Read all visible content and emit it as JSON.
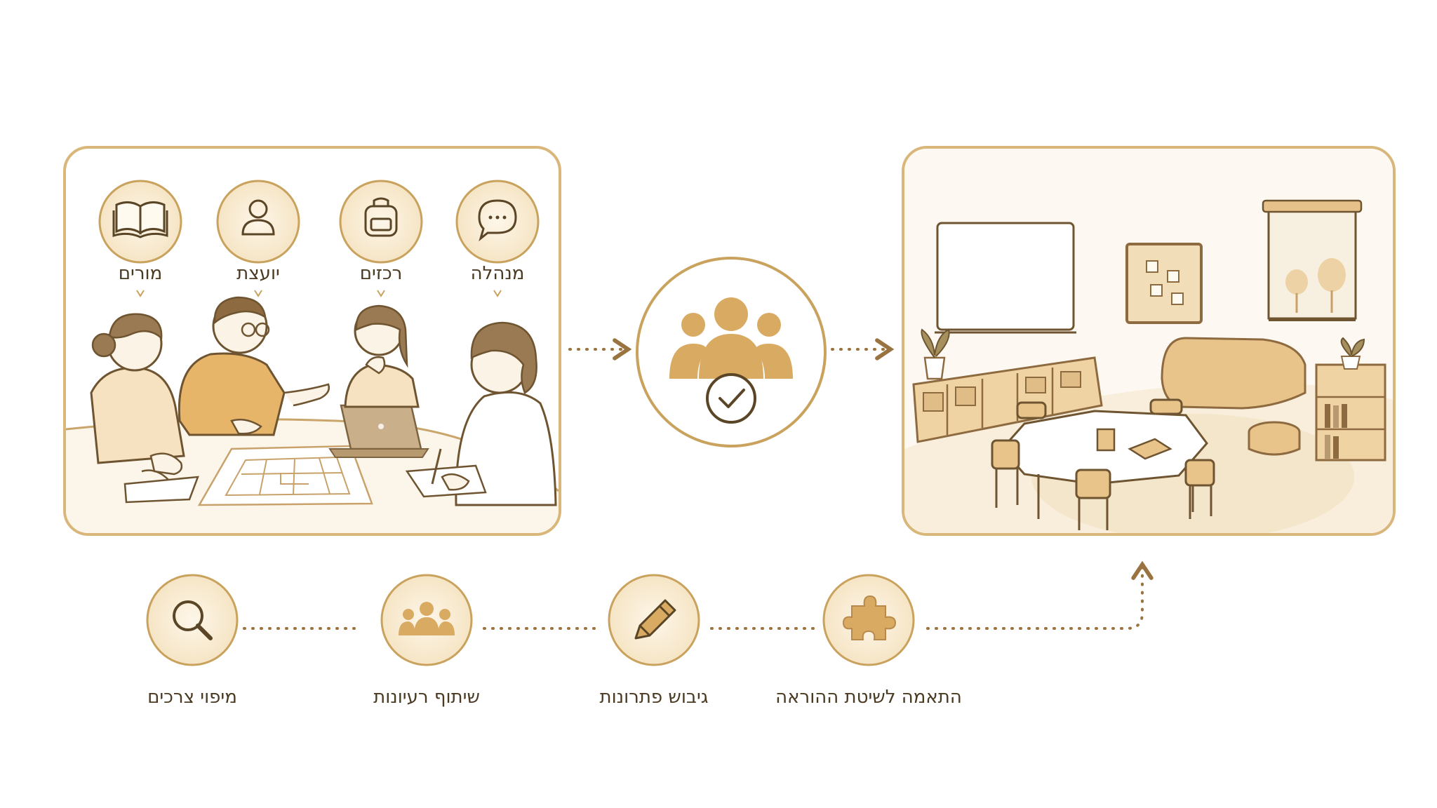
{
  "roles": [
    {
      "label": "מורים",
      "icon": "book-icon"
    },
    {
      "label": "יועצת",
      "icon": "person-icon"
    },
    {
      "label": "רכזים",
      "icon": "backpack-icon"
    },
    {
      "label": "מנהלה",
      "icon": "speech-bubble-icon"
    }
  ],
  "center": {
    "icon": "team-check-icon"
  },
  "steps": [
    {
      "label": "מיפוי צרכים",
      "icon": "magnifier-icon"
    },
    {
      "label": "שיתוף רעיונות",
      "icon": "group-icon"
    },
    {
      "label": "גיבוש פתרונות",
      "icon": "pencil-icon"
    },
    {
      "label": "התאמה לשיטת ההוראה",
      "icon": "puzzle-icon"
    }
  ],
  "colors": {
    "accent": "#c9a25e",
    "fill": "#f6e8cc",
    "ink": "#5a4526",
    "icon_fill": "#d8aa62"
  }
}
